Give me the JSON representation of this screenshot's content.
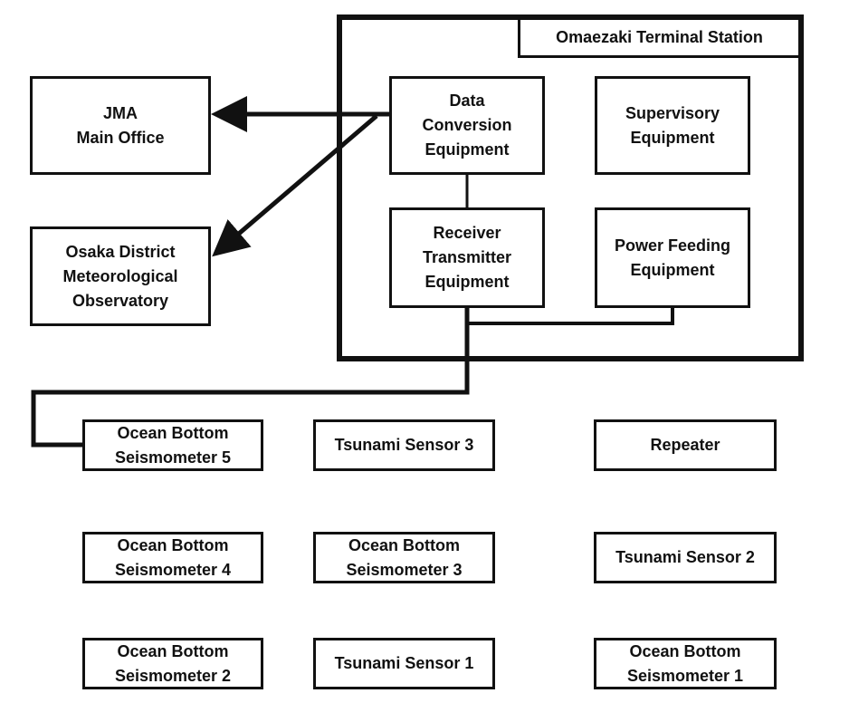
{
  "station": {
    "title": "Omaezaki Terminal Station"
  },
  "offices": {
    "jma": "JMA\nMain Office",
    "osaka": "Osaka District\nMeteorological\nObservatory"
  },
  "equipment": {
    "data_conversion": "Data\nConversion\nEquipment",
    "supervisory": "Supervisory\nEquipment",
    "receiver_transmitter": "Receiver\nTransmitter\nEquipment",
    "power_feeding": "Power Feeding\nEquipment"
  },
  "cable": {
    "row1": [
      "Ocean Bottom\nSeismometer 5",
      "Tsunami Sensor 3",
      "Repeater"
    ],
    "row2": [
      "Ocean Bottom\nSeismometer 4",
      "Ocean Bottom\nSeismometer 3",
      "Tsunami Sensor 2"
    ],
    "row3": [
      "Ocean Bottom\nSeismometer 2",
      "Tsunami Sensor 1",
      "Ocean Bottom\nSeismometer 1"
    ]
  },
  "colors": {
    "line": "#111111",
    "background": "#ffffff"
  }
}
